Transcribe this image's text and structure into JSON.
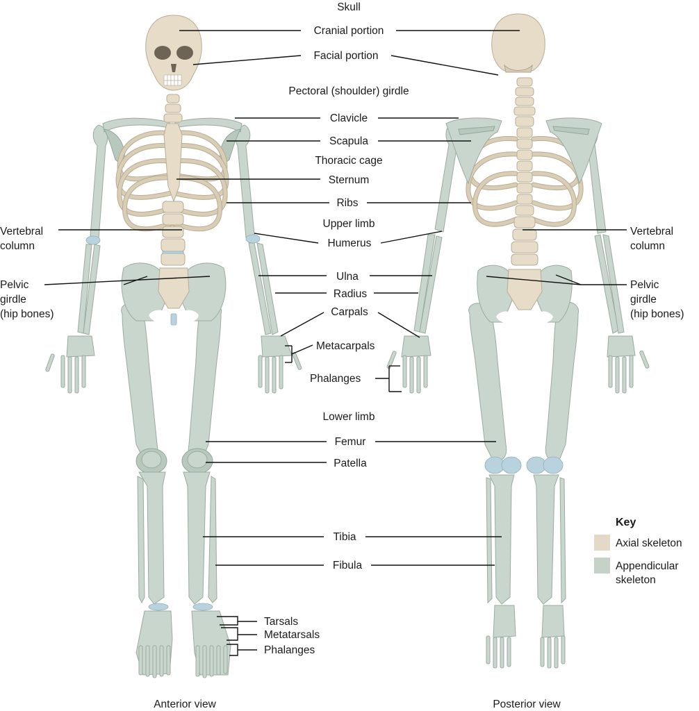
{
  "labels": {
    "skull": "Skull",
    "cranial": "Cranial portion",
    "facial": "Facial portion",
    "pectoral": "Pectoral (shoulder) girdle",
    "clavicle": "Clavicle",
    "scapula": "Scapula",
    "thoracic": "Thoracic cage",
    "sternum": "Sternum",
    "ribs": "Ribs",
    "upper_limb": "Upper limb",
    "humerus": "Humerus",
    "ulna": "Ulna",
    "radius": "Radius",
    "carpals": "Carpals",
    "metacarpals": "Metacarpals",
    "phalanges_hand": "Phalanges",
    "lower_limb": "Lower limb",
    "femur": "Femur",
    "patella": "Patella",
    "tibia": "Tibia",
    "fibula": "Fibula",
    "tarsals": "Tarsals",
    "metatarsals": "Metatarsals",
    "phalanges_foot": "Phalanges",
    "vertebral_left": [
      "Vertebral",
      "column"
    ],
    "vertebral_right": [
      "Vertebral",
      "column"
    ],
    "pelvic_left": [
      "Pelvic",
      "girdle",
      "(hip bones)"
    ],
    "pelvic_right": [
      "Pelvic",
      "girdle",
      "(hip bones)"
    ]
  },
  "views": {
    "anterior": "Anterior view",
    "posterior": "Posterior view"
  },
  "key": {
    "title": "Key",
    "items": [
      {
        "lines": [
          "Axial skeleton"
        ],
        "color": "#e3d9c6"
      },
      {
        "lines": [
          "Appendicular",
          "skeleton"
        ],
        "color": "#c4d2c8"
      }
    ]
  },
  "colors": {
    "axial": "#e6dcc8",
    "appendicular": "#c9d6cd",
    "cartilage": "#b9d3de"
  }
}
